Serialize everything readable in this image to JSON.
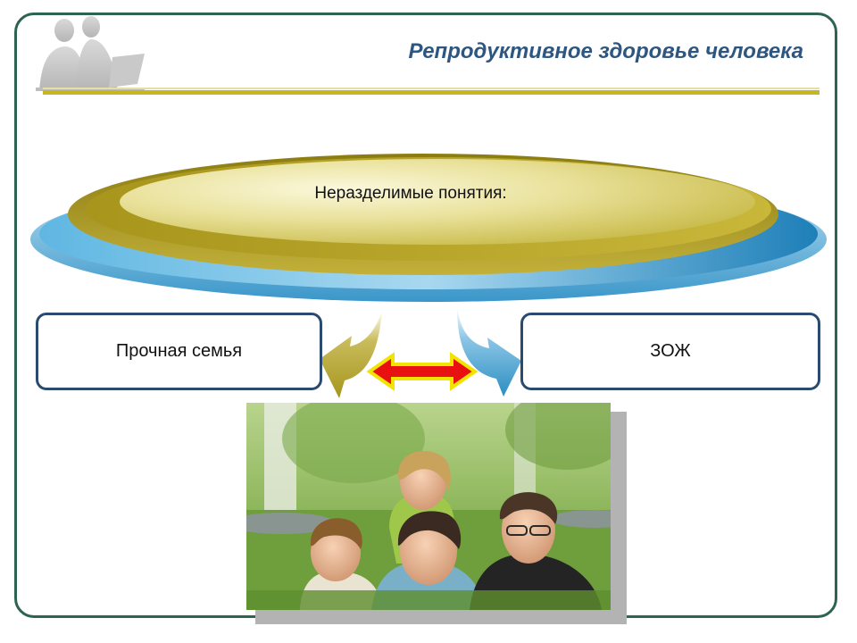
{
  "slide": {
    "title": "Репродуктивное здоровье человека",
    "ellipse_label": "Неразделимые понятия:",
    "left_box_label": "Прочная семья",
    "right_box_label": "ЗОЖ"
  },
  "colors": {
    "frame": "#2e6353",
    "title": "#2d5680",
    "title_rule": "#c7b624",
    "ellipse_gold": "#a7951c",
    "ellipse_blue": "#2b8ec2",
    "box_border": "#2b4a6f",
    "double_arrow_fill": "#e81010",
    "double_arrow_outline": "#f2e300"
  },
  "icons": {
    "logo": "people-silhouette-icon",
    "left_arrow": "curved-arrow-down-left-icon",
    "right_arrow": "curved-arrow-down-right-icon",
    "double_arrow": "double-headed-arrow-icon"
  }
}
